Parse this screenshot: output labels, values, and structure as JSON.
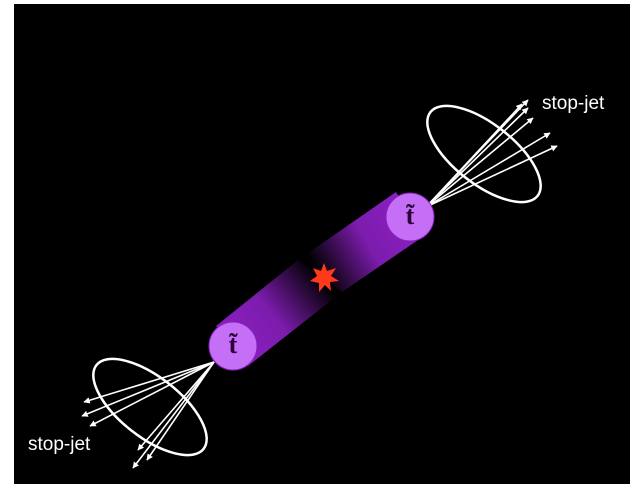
{
  "labels": {
    "jet_top": "stop-jet",
    "jet_bottom": "stop-jet",
    "particle_top": "t̃",
    "particle_bottom": "t̃"
  },
  "colors": {
    "background": "#000000",
    "frame": "#ffffff",
    "particle_fill": "#c46ff5",
    "tube": "#8a1fc0",
    "collision": "#ff3a1a",
    "jets": "#ffffff"
  },
  "icons": {
    "collision": "collision-star-icon",
    "cone": "jet-cone-ellipse-icon"
  }
}
